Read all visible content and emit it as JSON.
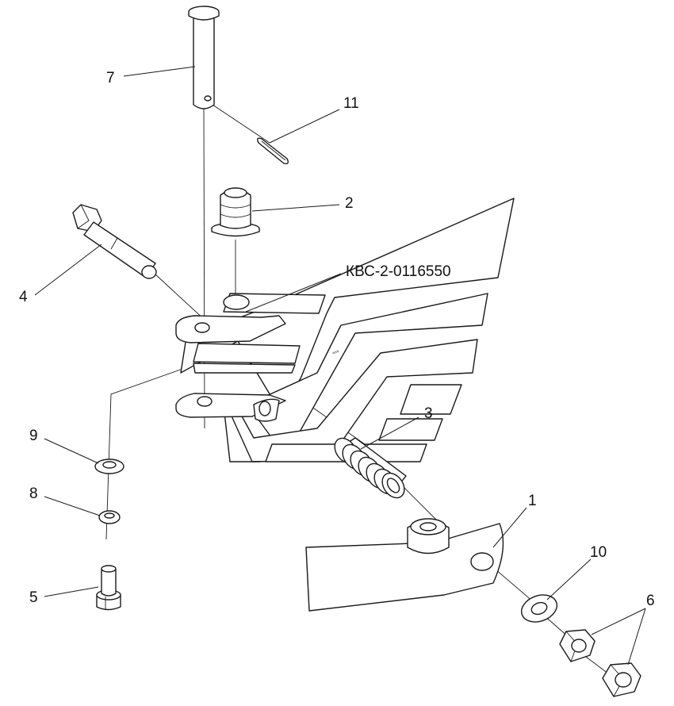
{
  "drawing": {
    "part_code": "КВС-2-0116550",
    "callouts": {
      "pin": "7",
      "cotter_pin": "11",
      "bushing": "2",
      "bolt_long": "4",
      "spring": "3",
      "washer_9": "9",
      "washer_8": "8",
      "bolt_short": "5",
      "lever_plate": "1",
      "washer_10": "10",
      "nuts": "6"
    }
  }
}
